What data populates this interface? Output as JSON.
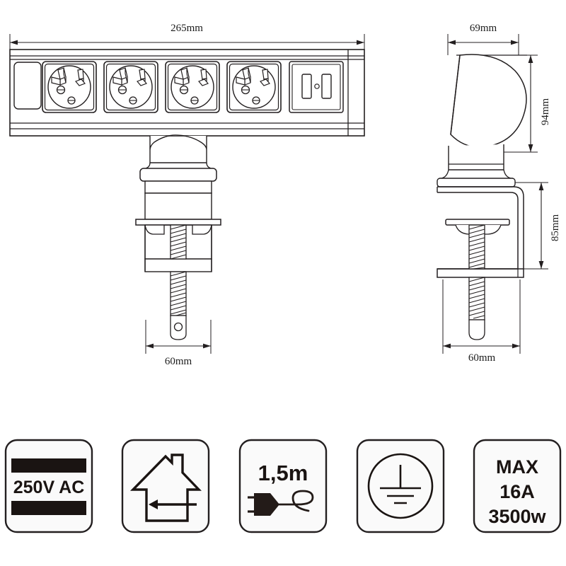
{
  "drawing": {
    "title": "Desk clamp power strip technical drawing",
    "line_color": "#231f20",
    "background": "#ffffff",
    "fill_color": "#ffffff"
  },
  "front_view": {
    "name": "front-view",
    "dimension_width": "265mm",
    "socket_count": 4,
    "socket_type": "schuko",
    "end_panel": {
      "name": "switch-panel",
      "slot_count": 2,
      "indicator": "round-indicator"
    },
    "clamp_dimension": "60mm"
  },
  "side_view": {
    "name": "side-view",
    "dimension_width": "69mm",
    "dimension_height": "94mm",
    "dimension_clamp_height": "85mm",
    "dimension_clamp_width": "60mm"
  },
  "icons": [
    {
      "id": "voltage",
      "name": "voltage-icon",
      "label": "250V AC",
      "style": "bars",
      "font_size": 25
    },
    {
      "id": "indoor",
      "name": "indoor-use-icon",
      "label": "",
      "style": "house-arrow",
      "font_size": 0
    },
    {
      "id": "cable",
      "name": "cable-length-icon",
      "label": "1,5m",
      "style": "plug-cable",
      "font_size": 31
    },
    {
      "id": "earth",
      "name": "earth-ground-icon",
      "label": "",
      "style": "ground-symbol",
      "font_size": 0
    },
    {
      "id": "rating",
      "name": "max-rating-icon",
      "label_line1": "MAX",
      "label_line2": "16A",
      "label_line3": "3500w",
      "style": "text-only",
      "font_size": 27
    }
  ]
}
